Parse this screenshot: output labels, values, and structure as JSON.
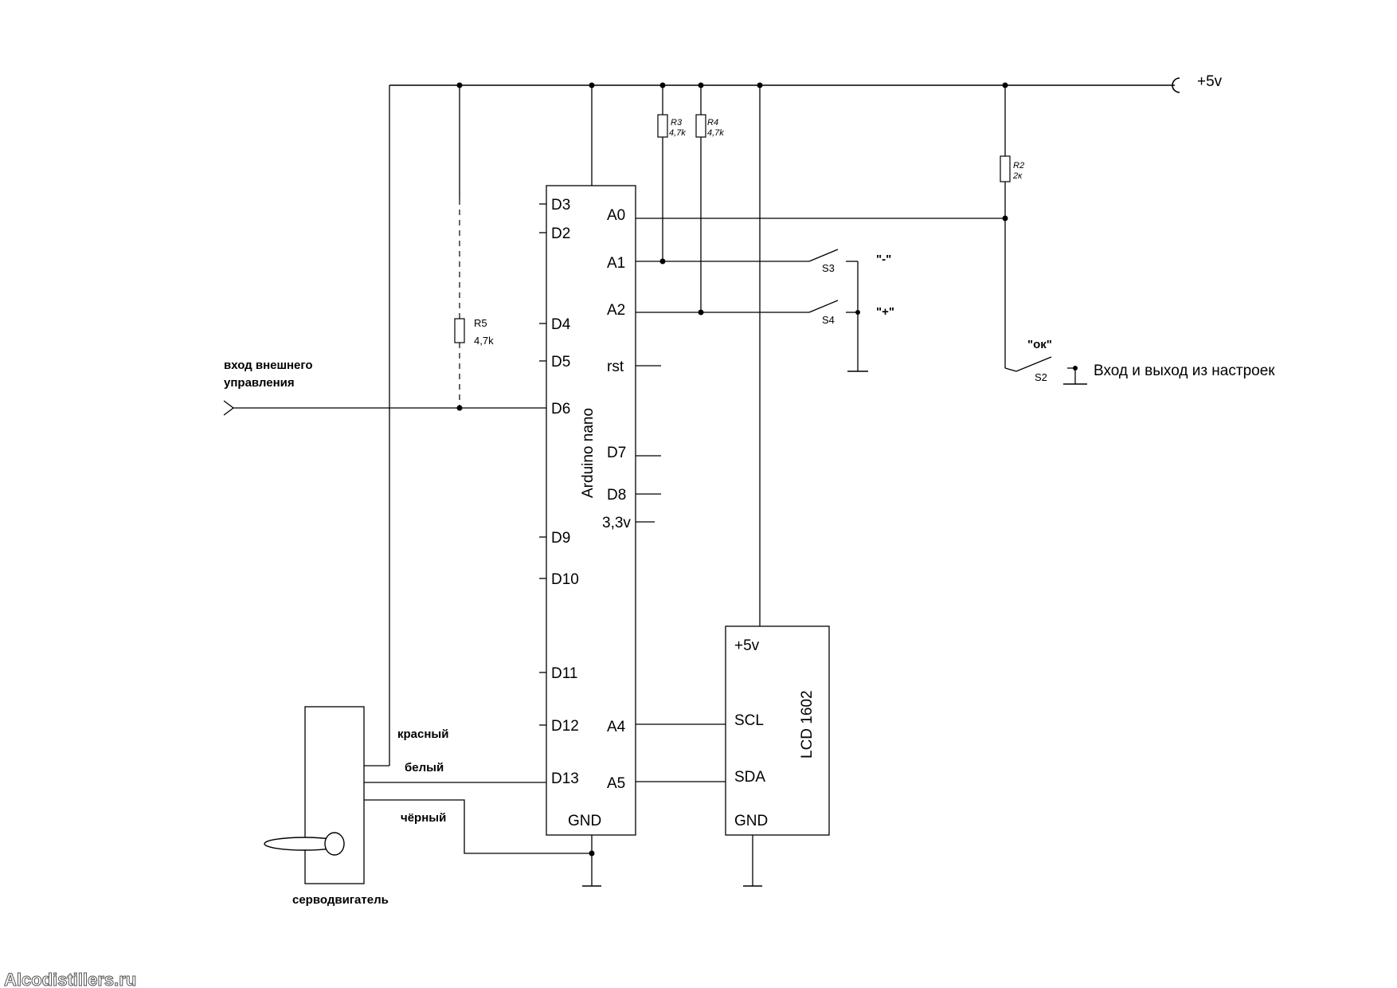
{
  "power": {
    "label": "+5v"
  },
  "arduino": {
    "name": "Arduino nano",
    "left_pins": [
      "D3",
      "D2",
      "D4",
      "D5",
      "D6",
      "D9",
      "D10",
      "D11",
      "D12",
      "D13"
    ],
    "right_pins": [
      "A0",
      "A1",
      "A2",
      "rst",
      "D7",
      "D8",
      "3,3v",
      "A4",
      "A5"
    ],
    "gnd": "GND"
  },
  "lcd": {
    "name": "LCD 1602",
    "pins": [
      "+5v",
      "SCL",
      "SDA",
      "GND"
    ]
  },
  "resistors": [
    {
      "ref": "R5",
      "value": "4,7k"
    },
    {
      "ref": "R3",
      "value": "4,7k"
    },
    {
      "ref": "R4",
      "value": "4,7k"
    },
    {
      "ref": "R2",
      "value": "2к"
    }
  ],
  "switches": [
    {
      "ref": "S3",
      "label": "\"-\""
    },
    {
      "ref": "S4",
      "label": "\"+\""
    },
    {
      "ref": "S2",
      "label": "\"ок\"",
      "description": "Вход и выход из настроек"
    }
  ],
  "input": {
    "line1": "вход внешнего",
    "line2": "управления"
  },
  "servo": {
    "name": "серводвигатель",
    "wires": [
      "красный",
      "белый",
      "чёрный"
    ]
  },
  "watermark": "Alcodistillers.ru"
}
